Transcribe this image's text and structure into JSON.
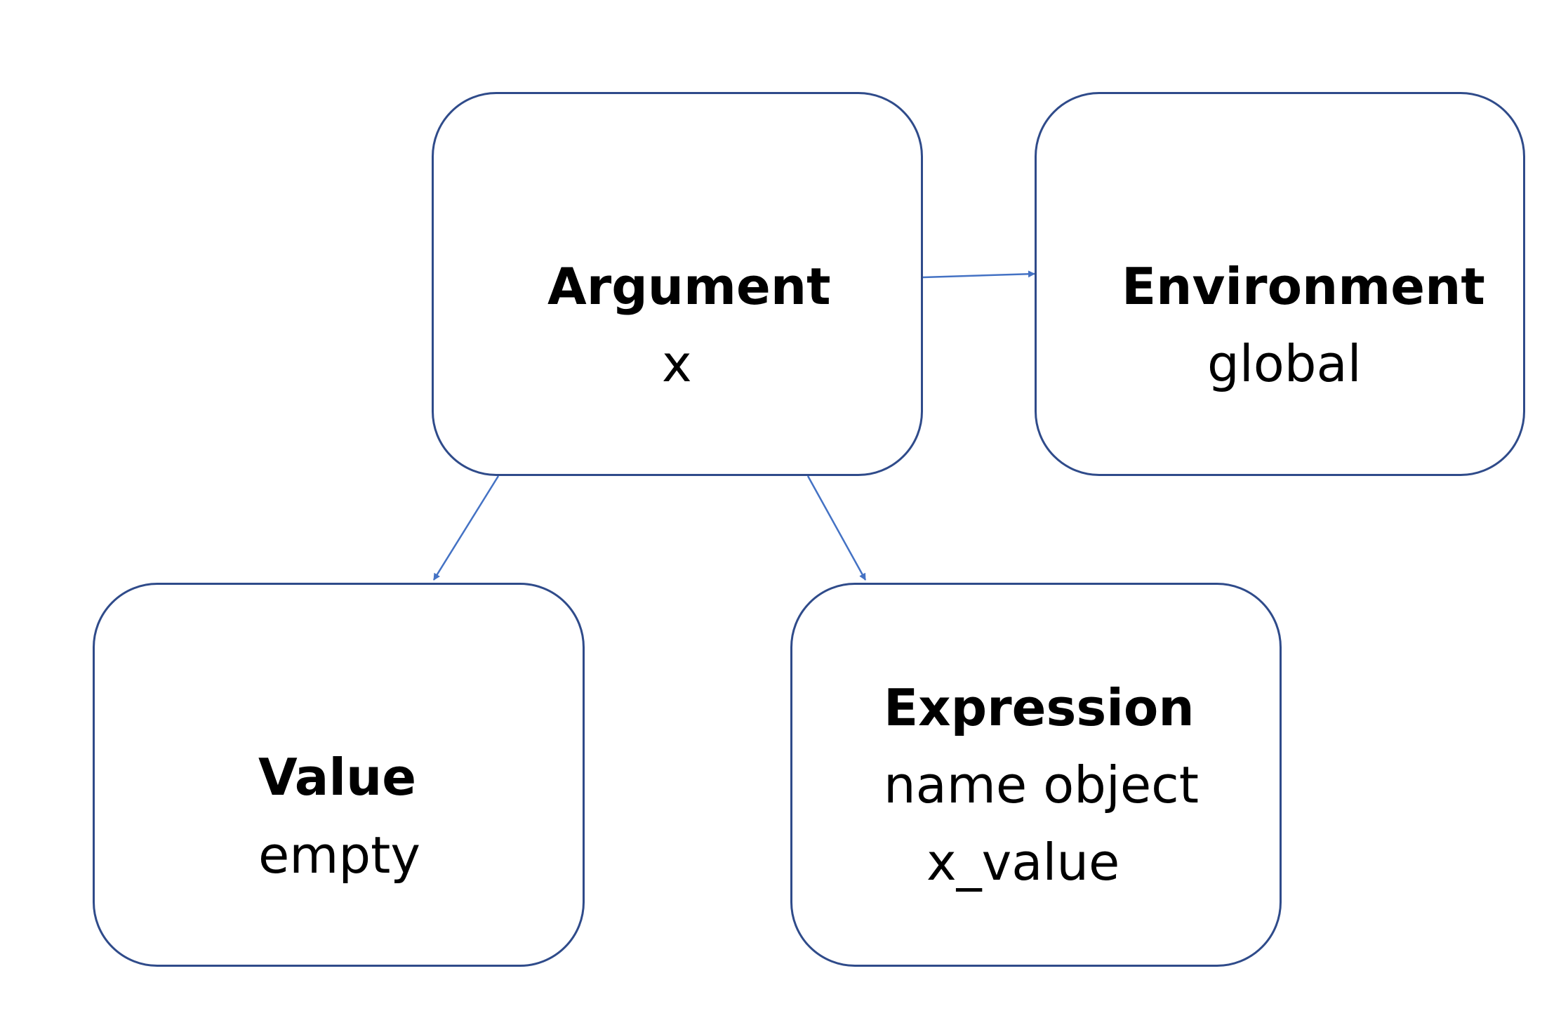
{
  "diagram": {
    "edge_color": "#4472c4",
    "node_border_color": "#2f4b8a",
    "nodes": {
      "argument": {
        "title": "Argument",
        "lines": [
          "x"
        ]
      },
      "environment": {
        "title": "Environment",
        "lines": [
          "global"
        ]
      },
      "value": {
        "title": "Value",
        "lines": [
          "empty"
        ]
      },
      "expression": {
        "title": "Expression",
        "lines": [
          "name object",
          "x_value"
        ]
      }
    },
    "edges": [
      {
        "from": "Argument",
        "to": "Environment"
      },
      {
        "from": "Argument",
        "to": "Value"
      },
      {
        "from": "Argument",
        "to": "Expression"
      }
    ]
  }
}
